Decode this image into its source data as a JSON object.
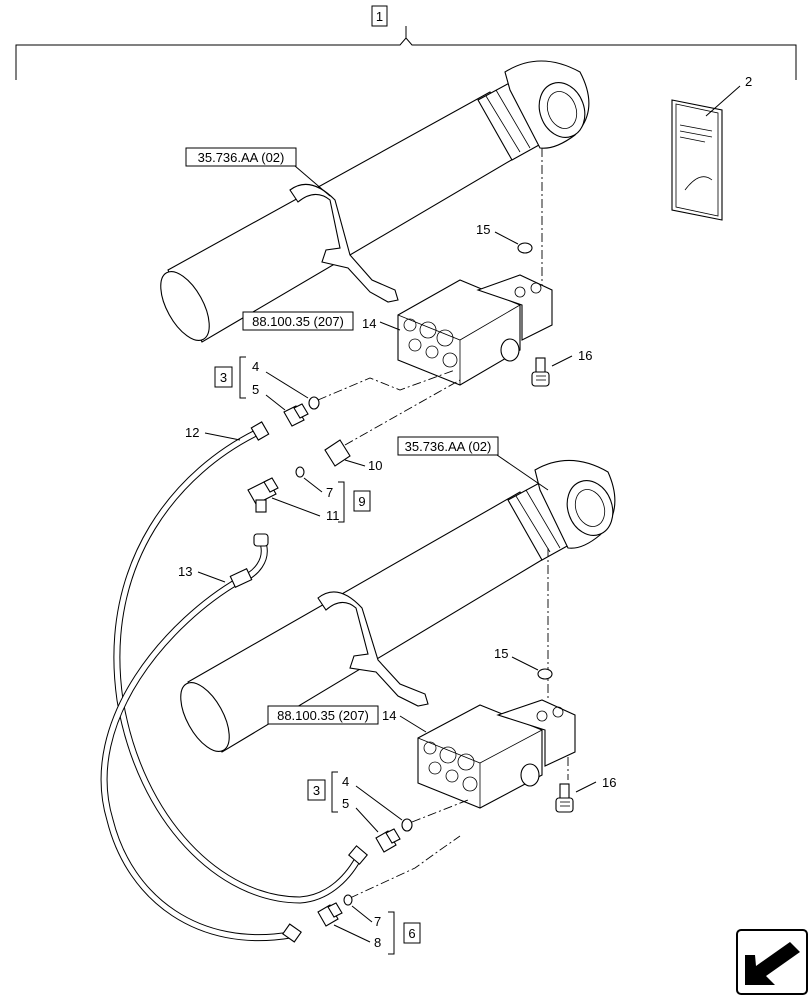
{
  "assembly_box": "1",
  "kit_box_3a": "3",
  "kit_box_3b": "3",
  "kit_box_9": "9",
  "kit_box_6": "6",
  "ref_top": "35.736.AA (02)",
  "ref_mid": "35.736.AA (02)",
  "ref_valve_top": "88.100.35 (207)",
  "ref_valve_bot": "88.100.35 (207)",
  "callouts": {
    "c2": "2",
    "c15a": "15",
    "c14a": "14",
    "c16a": "16",
    "c4a": "4",
    "c5a": "5",
    "c12": "12",
    "c10": "10",
    "c7a": "7",
    "c11": "11",
    "c13": "13",
    "c15b": "15",
    "c14b": "14",
    "c4b": "4",
    "c5b": "5",
    "c16b": "16",
    "c7b": "7",
    "c8": "8"
  },
  "icons": [
    "manual-booklet-icon",
    "navigation-arrow-icon"
  ]
}
